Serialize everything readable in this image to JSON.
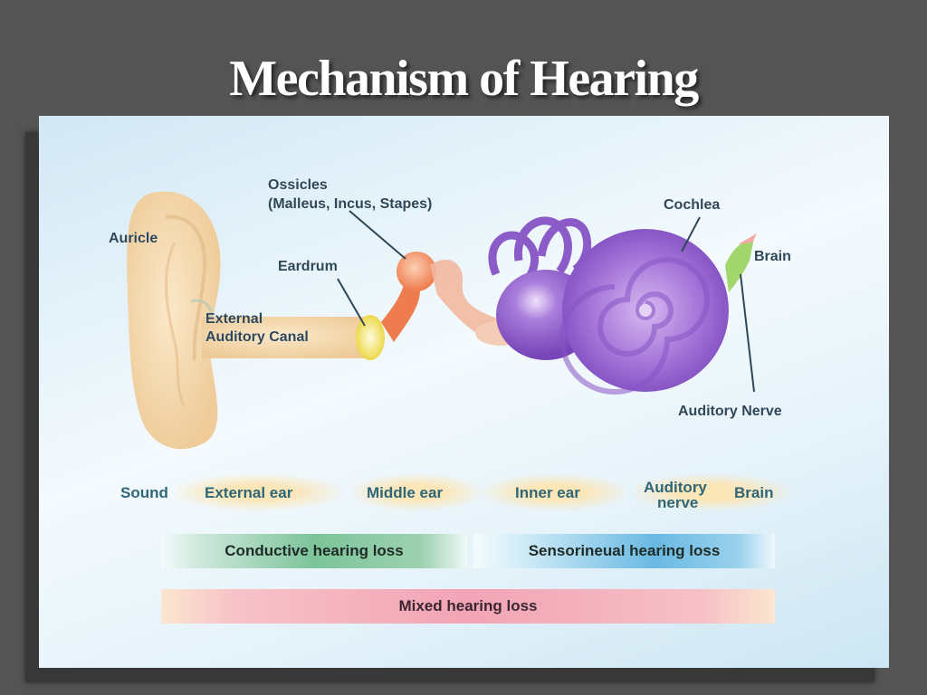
{
  "slide": {
    "title": "Mechanism of Hearing",
    "background_color": "#545454"
  },
  "diagram": {
    "anatomy_labels": {
      "ossicles": "Ossicles",
      "ossicles_detail": "(Malleus, Incus, Stapes)",
      "auricle": "Auricle",
      "eardrum": "Eardrum",
      "canal_line1": "External",
      "canal_line2": "Auditory Canal",
      "cochlea": "Cochlea",
      "brain": "Brain",
      "auditory_nerve": "Auditory Nerve"
    },
    "pathway": [
      {
        "label": "Sound"
      },
      {
        "label": "External ear"
      },
      {
        "label": "Middle ear"
      },
      {
        "label": "Inner ear"
      },
      {
        "label_line1": "Auditory",
        "label_line2": "nerve"
      },
      {
        "label": "Brain"
      }
    ],
    "hearing_loss": {
      "conductive": "Conductive hearing loss",
      "sensorineural": "Sensorineual hearing loss",
      "mixed": "Mixed hearing loss"
    },
    "colors": {
      "ear_skin": "#f6dcb4",
      "cochlea": "#9a6ad0",
      "ossicles": "#f08a5c",
      "eardrum": "#f5e96a",
      "nerve": "#9fd36a",
      "conductive": "#7cc49a",
      "sensorineural": "#69b9e3",
      "mixed": "#f2a4b5"
    }
  }
}
